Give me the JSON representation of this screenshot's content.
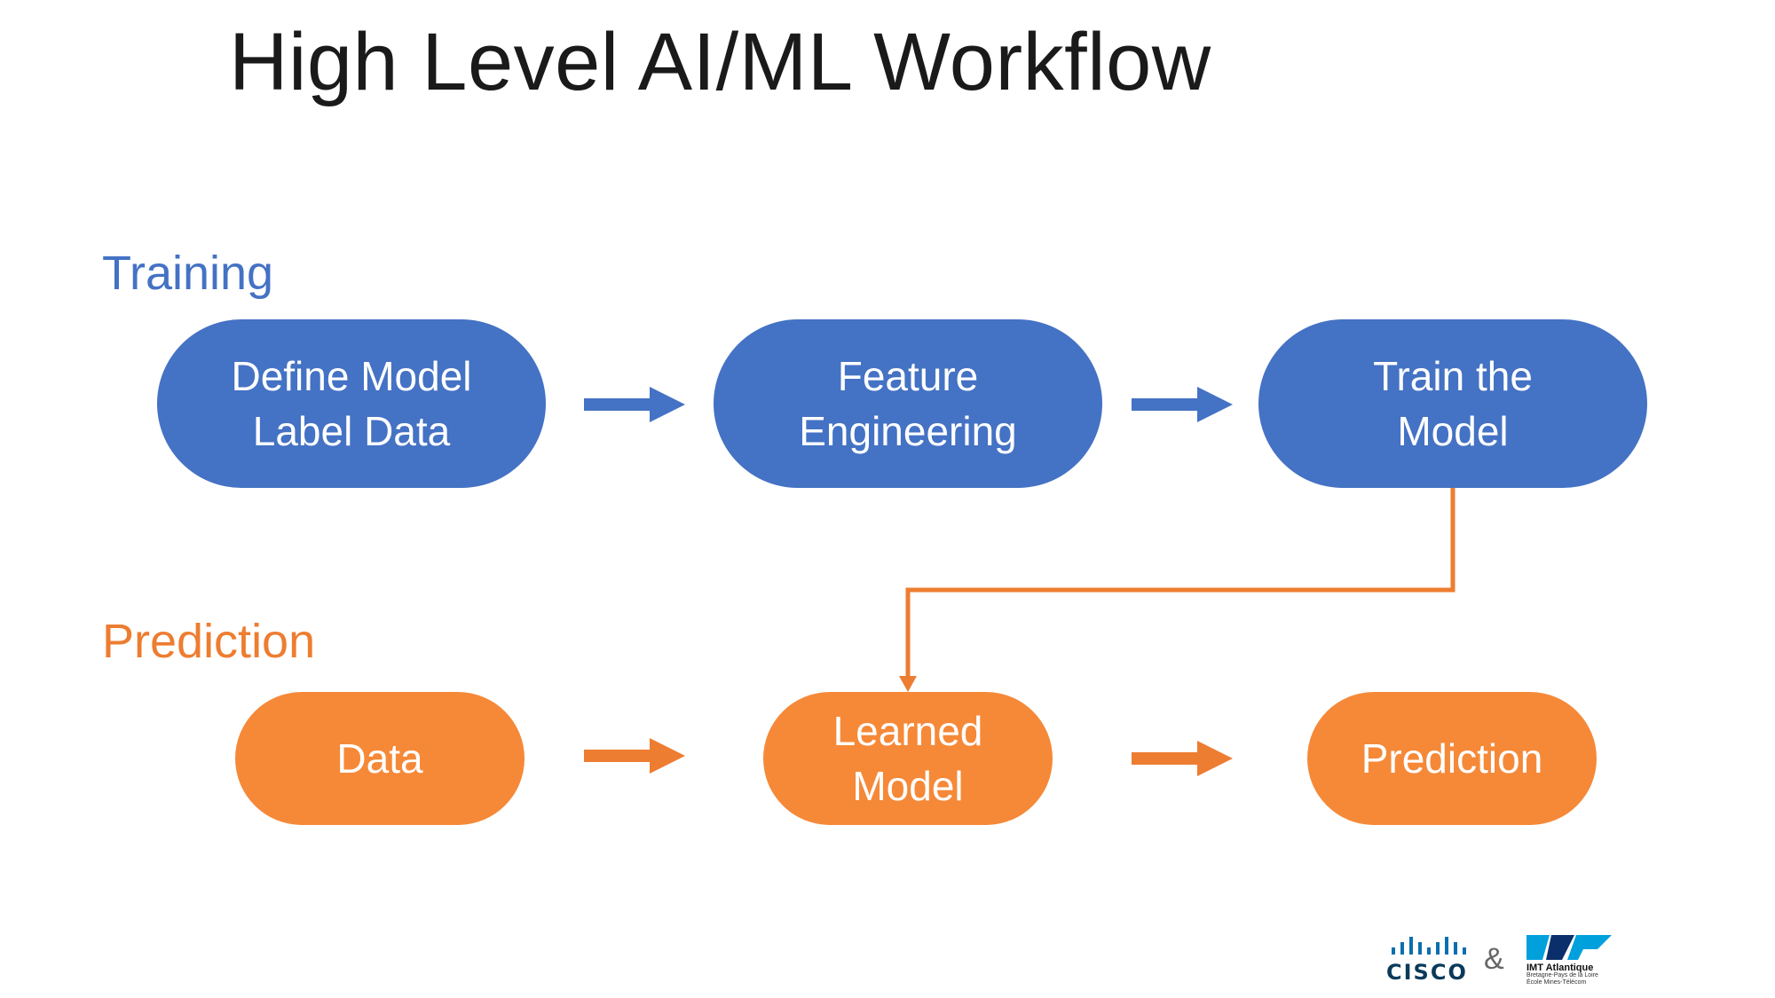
{
  "slide": {
    "title": "High Level AI/ML Workflow"
  },
  "training": {
    "label": "Training",
    "color": "#4472c4",
    "steps": [
      {
        "line1": "Define Model",
        "line2": "Label Data"
      },
      {
        "line1": "Feature",
        "line2": "Engineering"
      },
      {
        "line1": "Train the",
        "line2": "Model"
      }
    ]
  },
  "prediction": {
    "label": "Prediction",
    "color": "#ed7d31",
    "steps": [
      {
        "line1": "Data"
      },
      {
        "line1": "Learned",
        "line2": "Model"
      },
      {
        "line1": "Prediction"
      }
    ]
  },
  "footer": {
    "logo_left": "CISCO",
    "separator": "&",
    "logo_right_name": "IMT Atlantique",
    "logo_right_sub1": "Bretagne-Pays de la Loire",
    "logo_right_sub2": "École Mines-Télécom"
  }
}
